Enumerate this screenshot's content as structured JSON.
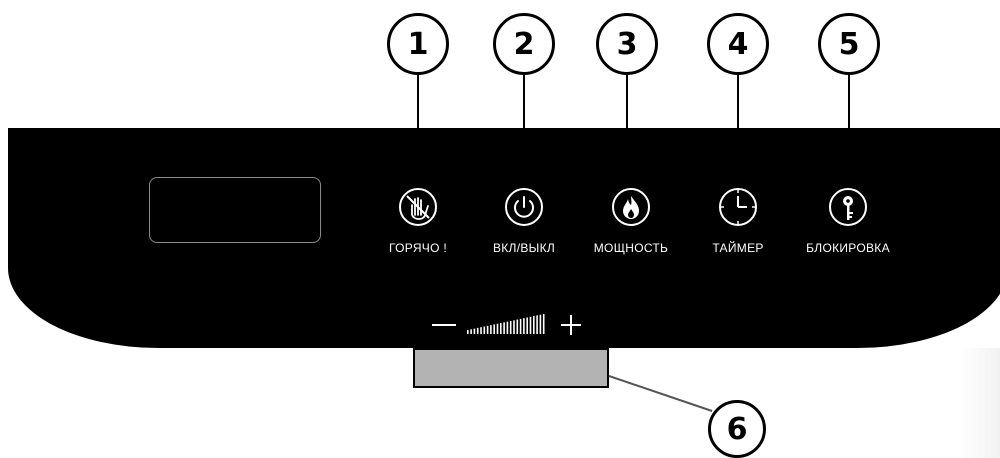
{
  "callouts": [
    {
      "number": "1"
    },
    {
      "number": "2"
    },
    {
      "number": "3"
    },
    {
      "number": "4"
    },
    {
      "number": "5"
    },
    {
      "number": "6"
    }
  ],
  "controls": [
    {
      "label": "ГОРЯЧО !",
      "icon": "hot-surface-icon"
    },
    {
      "label": "ВКЛ/ВЫКЛ",
      "icon": "power-icon"
    },
    {
      "label": "МОЩНОСТЬ",
      "icon": "flame-icon"
    },
    {
      "label": "ТАЙМЕР",
      "icon": "clock-icon"
    },
    {
      "label": "БЛОКИРОВКА",
      "icon": "key-icon"
    }
  ],
  "slider": {
    "minus_icon": "minus-icon",
    "plus_icon": "plus-icon"
  },
  "colors": {
    "panel": "#000000",
    "control_text": "#ffffff",
    "display_border": "#8a8a8a",
    "grey_box": "#b3b3b3"
  }
}
